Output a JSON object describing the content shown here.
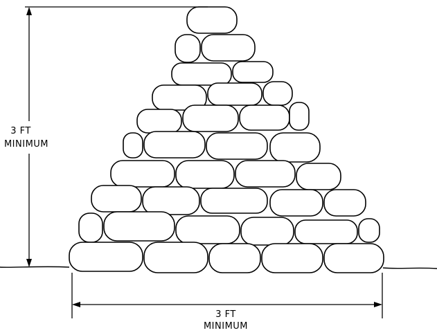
{
  "diagram": {
    "height_dimension": {
      "value": "3 FT",
      "qualifier": "MINIMUM"
    },
    "width_dimension": {
      "value": "3 FT",
      "qualifier": "MINIMUM"
    },
    "stone_rows": [
      {
        "stones": 1
      },
      {
        "stones": 2
      },
      {
        "stones": 2
      },
      {
        "stones": 3
      },
      {
        "stones": 4
      },
      {
        "stones": 4
      },
      {
        "stones": 4
      },
      {
        "stones": 5
      },
      {
        "stones": 6
      },
      {
        "stones": 5
      }
    ]
  }
}
